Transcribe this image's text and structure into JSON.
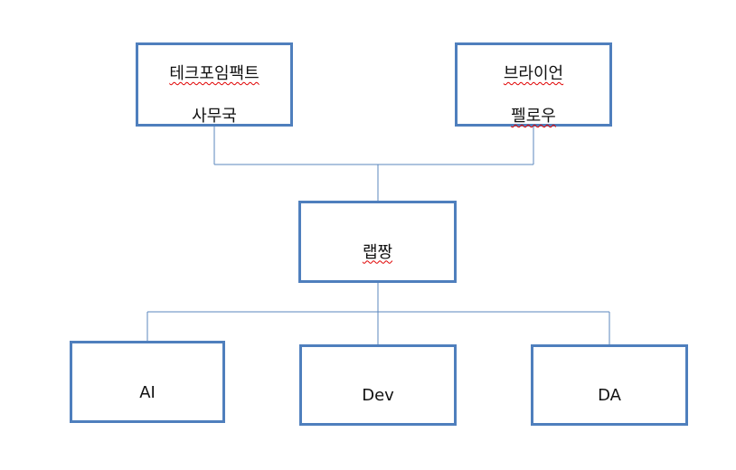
{
  "nodes": {
    "techforimpact": {
      "line1": "테크포임팩트",
      "line2": "사무국"
    },
    "brian_fellow": {
      "line1": "브라이언",
      "line2": "펠로우"
    },
    "lab_lead": {
      "label": "랩짱"
    },
    "ai": {
      "label": "AI"
    },
    "dev": {
      "label": "Dev"
    },
    "da": {
      "label": "DA"
    }
  },
  "colors": {
    "box_border": "#4f7fbd",
    "connector": "#5b87bd",
    "spellcheck_underline": "#e00000"
  }
}
